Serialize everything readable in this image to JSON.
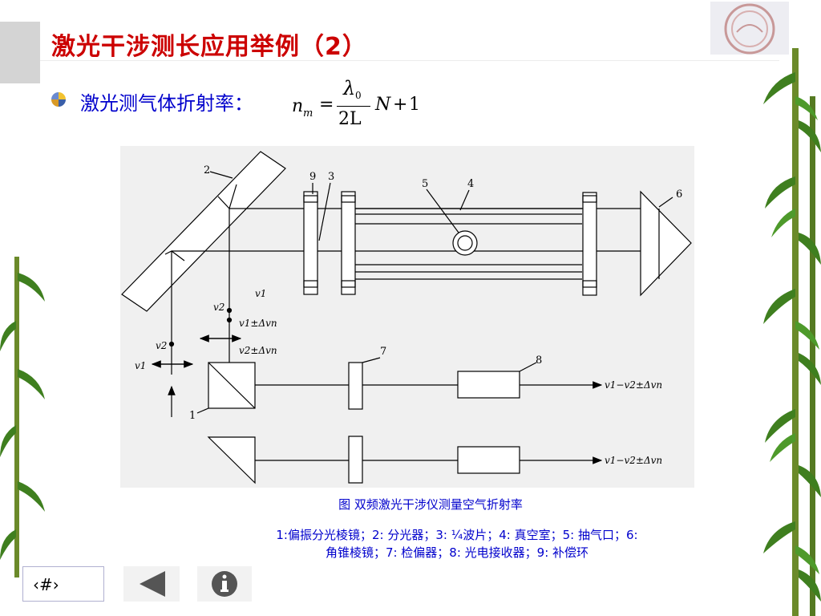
{
  "slide": {
    "title": "激光干涉测长应用举例（2）",
    "bullet_text": "激光测气体折射率：",
    "page_number": "‹#›"
  },
  "formula": {
    "lhs": "n",
    "lhs_sub": "m",
    "equals": "=",
    "numerator": "λ",
    "numerator_sub": "0",
    "denominator": "2L",
    "term": "N",
    "plus": "+",
    "constant": "1"
  },
  "diagram": {
    "labels": {
      "n1": "1",
      "n2": "2",
      "n3": "3",
      "n4": "4",
      "n5": "5",
      "n6": "6",
      "n7": "7",
      "n8": "8",
      "n9": "9",
      "v1_top": "v1",
      "v2_a": "v2",
      "v1_dv": "v1±Δvn",
      "v2_dv": "v2±Δvn",
      "v2_b": "v2",
      "v1_left": "v1",
      "out1": "v1−v2±Δvn",
      "out2": "v1−v2±Δvn"
    }
  },
  "caption": "图 双频激光干涉仪测量空气折射率",
  "legend": {
    "line1": "1:偏振分光棱镜；2: 分光器；3: ¼波片；4: 真空室；5: 抽气口；6:",
    "line2": "角锥棱镜；7: 检偏器；8: 光电接收器；9: 补偿环"
  },
  "colors": {
    "title": "#cc0000",
    "text": "#0000cc"
  },
  "icons": [
    "bullet-icon",
    "back-arrow-icon",
    "info-icon",
    "logo-emblem"
  ]
}
